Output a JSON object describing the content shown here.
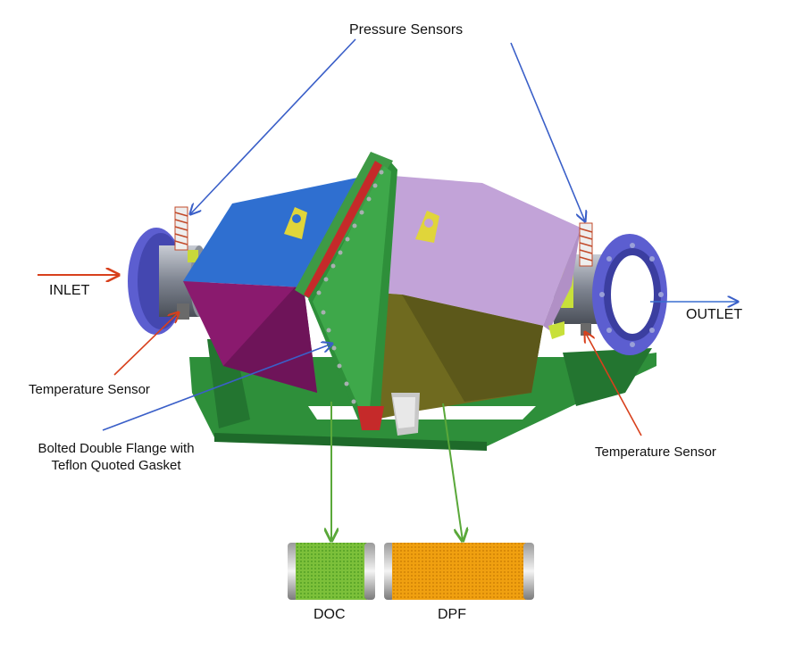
{
  "labels": {
    "pressure_sensors": "Pressure Sensors",
    "inlet": "INLET",
    "outlet": "OUTLET",
    "temperature_sensor_left": "Temperature Sensor",
    "temperature_sensor_right": "Temperature Sensor",
    "flange_line1": "Bolted Double Flange with",
    "flange_line2": "Teflon Quoted Gasket",
    "doc": "DOC",
    "dpf": "DPF"
  },
  "colors": {
    "pressure_arrow": "#3a5fc8",
    "temperature_arrow": "#d8401c",
    "inlet_arrow": "#d8401c",
    "outlet_arrow": "#3a6fd0",
    "flange_arrow": "#3a5fc8",
    "filter_arrow": "#5aa83a",
    "doc_left_top": "#2f6fd0",
    "doc_left_front": "#8a1a6e",
    "dpf_top": "#c2a3d8",
    "dpf_front": "#6f6a1f",
    "frame": "#2e8f3a",
    "end_cone": "#6f7580",
    "end_flange": "#5c5ed0",
    "doc_substrate": "#7cc03a",
    "dpf_substrate": "#f0a010"
  }
}
